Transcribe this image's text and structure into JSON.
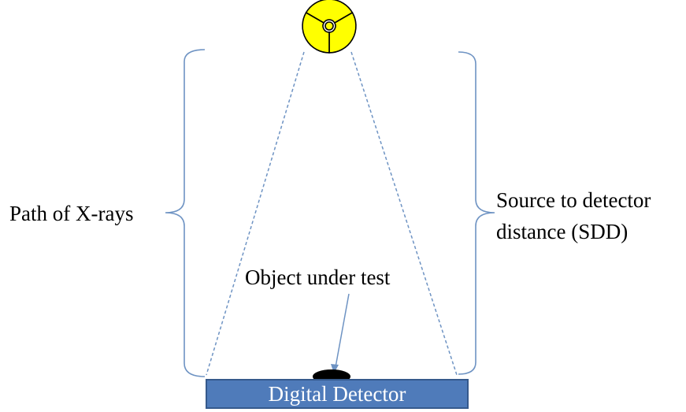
{
  "labels": {
    "path_of_xrays": "Path of X-rays",
    "sdd_line1": "Source to detector",
    "sdd_line2": "distance (SDD)",
    "object_under_test": "Object under test",
    "digital_detector": "Digital Detector"
  },
  "icons": {
    "source": "radiation-trefoil-icon"
  },
  "colors": {
    "bracket": "#6e93c3",
    "beam_line": "#6e93c3",
    "detector_fill": "#4f7bba",
    "detector_border": "#35598c",
    "trefoil_fill": "#ffff00",
    "trefoil_outline": "#000000",
    "object_fill": "#000000"
  }
}
